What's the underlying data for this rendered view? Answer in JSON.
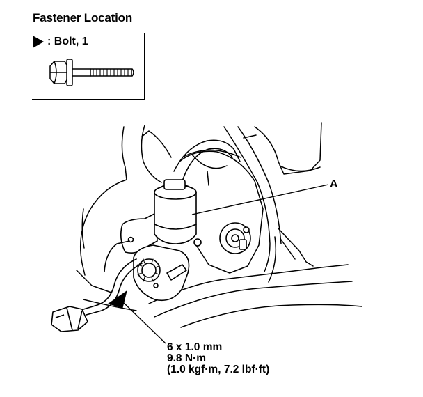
{
  "diagram": {
    "title": "Fastener Location",
    "legend": {
      "marker_icon": "triangle-pointer-icon",
      "label": ": Bolt, 1"
    },
    "callout_label": "A",
    "torque_spec": {
      "size": "6 x 1.0 mm",
      "metric": "9.8 N·m",
      "imperial": "(1.0 kgf·m, 7.2 lbf·ft)"
    }
  }
}
